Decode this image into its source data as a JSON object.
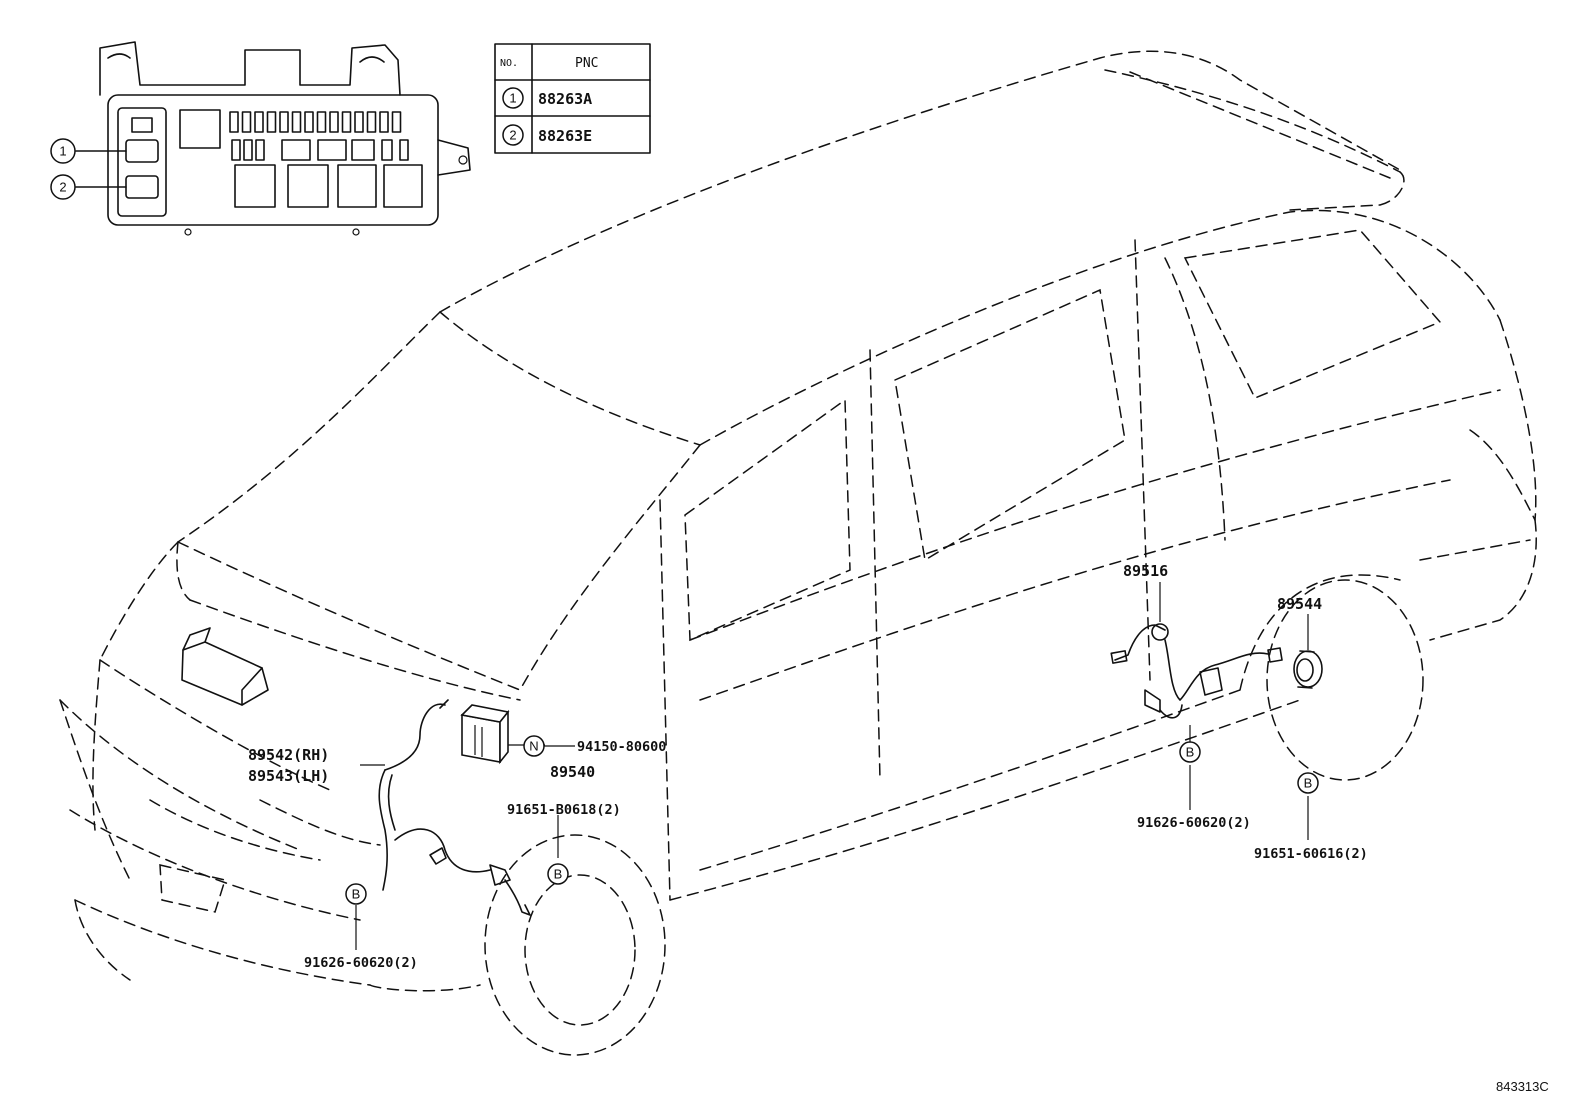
{
  "pnc_table": {
    "header_no": "NO.",
    "header_pnc": "PNC",
    "rows": [
      {
        "no": "1",
        "pnc": "88263A"
      },
      {
        "no": "2",
        "pnc": "88263E"
      }
    ]
  },
  "relay_box_callouts": [
    "1",
    "2"
  ],
  "part_labels": {
    "p89516": "89516",
    "p89544": "89544",
    "p89542": "89542(RH)",
    "p89543": "89543(LH)",
    "p89540": "89540",
    "p94150": "94150-80600",
    "p91651_b0618": "91651-B0618(2)",
    "p91626_front": "91626-60620(2)",
    "p91626_rear": "91626-60620(2)",
    "p91651_60616": "91651-60616(2)"
  },
  "markers": {
    "n": "N",
    "b": "B"
  },
  "figure_code": "843313C"
}
